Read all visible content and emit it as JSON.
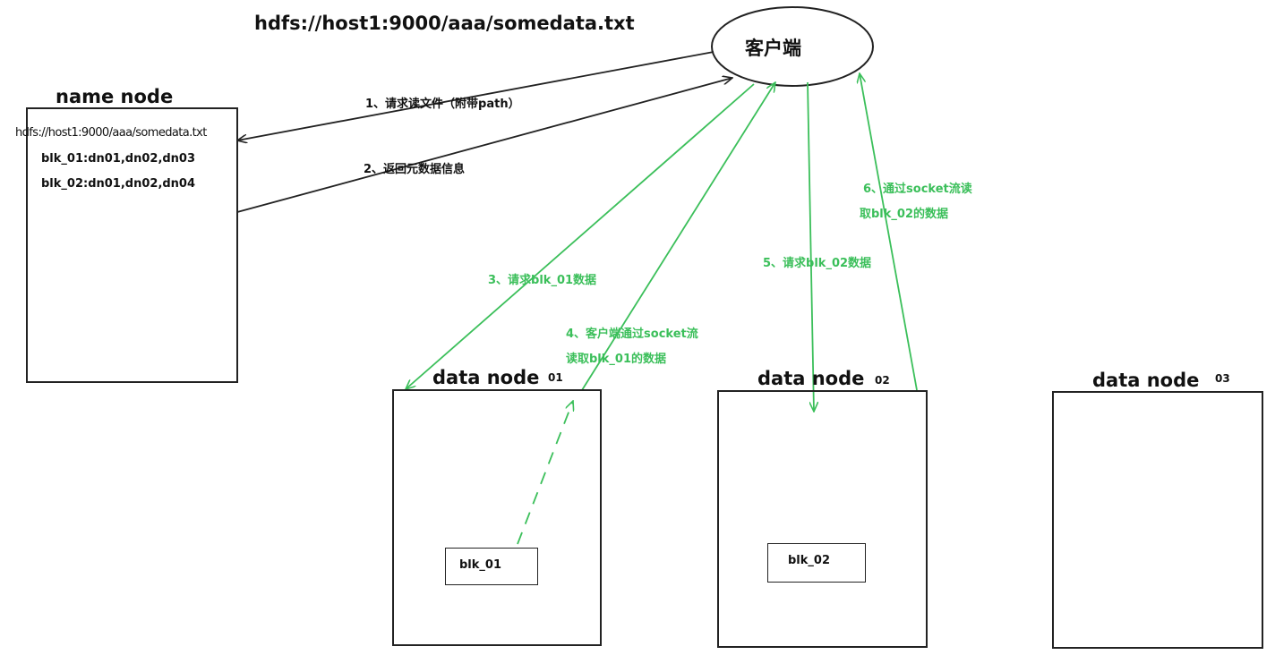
{
  "title": "hdfs://host1:9000/aaa/somedata.txt",
  "client": {
    "label": "客户端"
  },
  "name_node": {
    "label": "name node",
    "path": "hdfs://host1:9000/aaa/somedata.txt",
    "block_map": [
      "blk_01:dn01,dn02,dn03",
      "blk_02:dn01,dn02,dn04"
    ]
  },
  "data_nodes": [
    {
      "label": "data node",
      "index": "01",
      "block": "blk_01"
    },
    {
      "label": "data node",
      "index": "02",
      "block": "blk_02"
    },
    {
      "label": "data node",
      "index": "03",
      "block": ""
    }
  ],
  "steps": [
    {
      "text": "1、请求读文件（附带path）"
    },
    {
      "text": "2、返回元数据信息"
    },
    {
      "text": "3、请求blk_01数据"
    },
    {
      "lines": [
        "4、客户端通过socket流",
        "读取blk_01的数据"
      ]
    },
    {
      "text": "5、请求blk_02数据"
    },
    {
      "lines": [
        "6、通过socket流读",
        "取blk_02的数据"
      ]
    }
  ],
  "colors": {
    "request": "#3bbf5a",
    "line": "#222222"
  }
}
